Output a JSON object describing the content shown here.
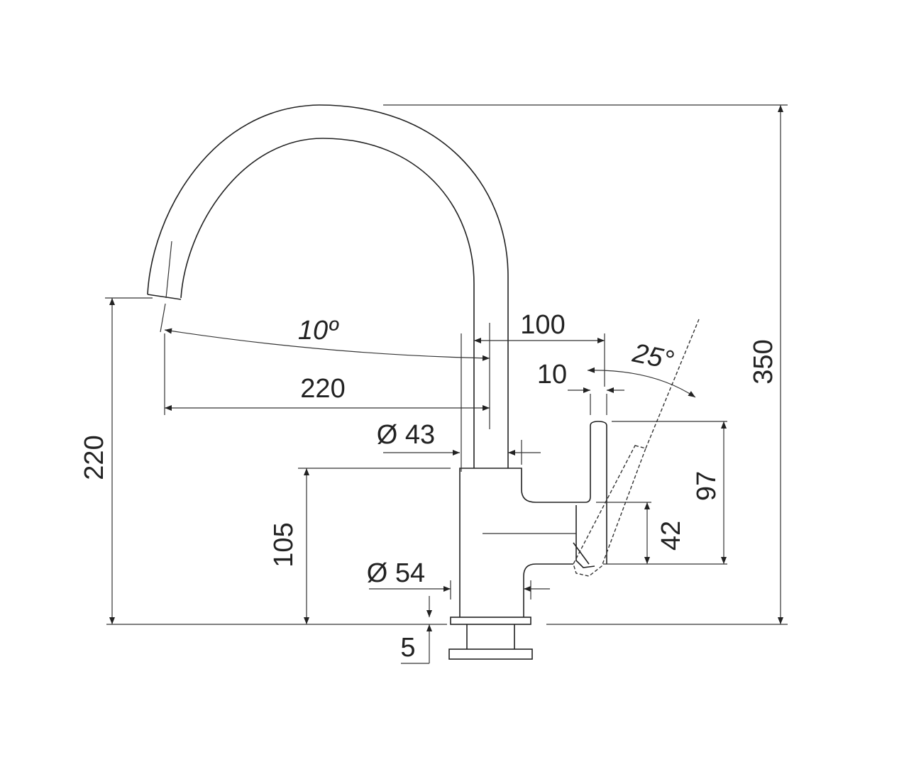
{
  "dimensions": {
    "total_height": "350",
    "spout_height": "220",
    "spout_reach": "220",
    "body_height": "105",
    "spout_angle": "10º",
    "handle_offset": "100",
    "handle_gap": "10",
    "handle_angle": "25°",
    "spout_diameter": "Ø 43",
    "base_diameter": "Ø 54",
    "base_thickness": "5",
    "handle_height": "97",
    "handle_lower": "42"
  }
}
